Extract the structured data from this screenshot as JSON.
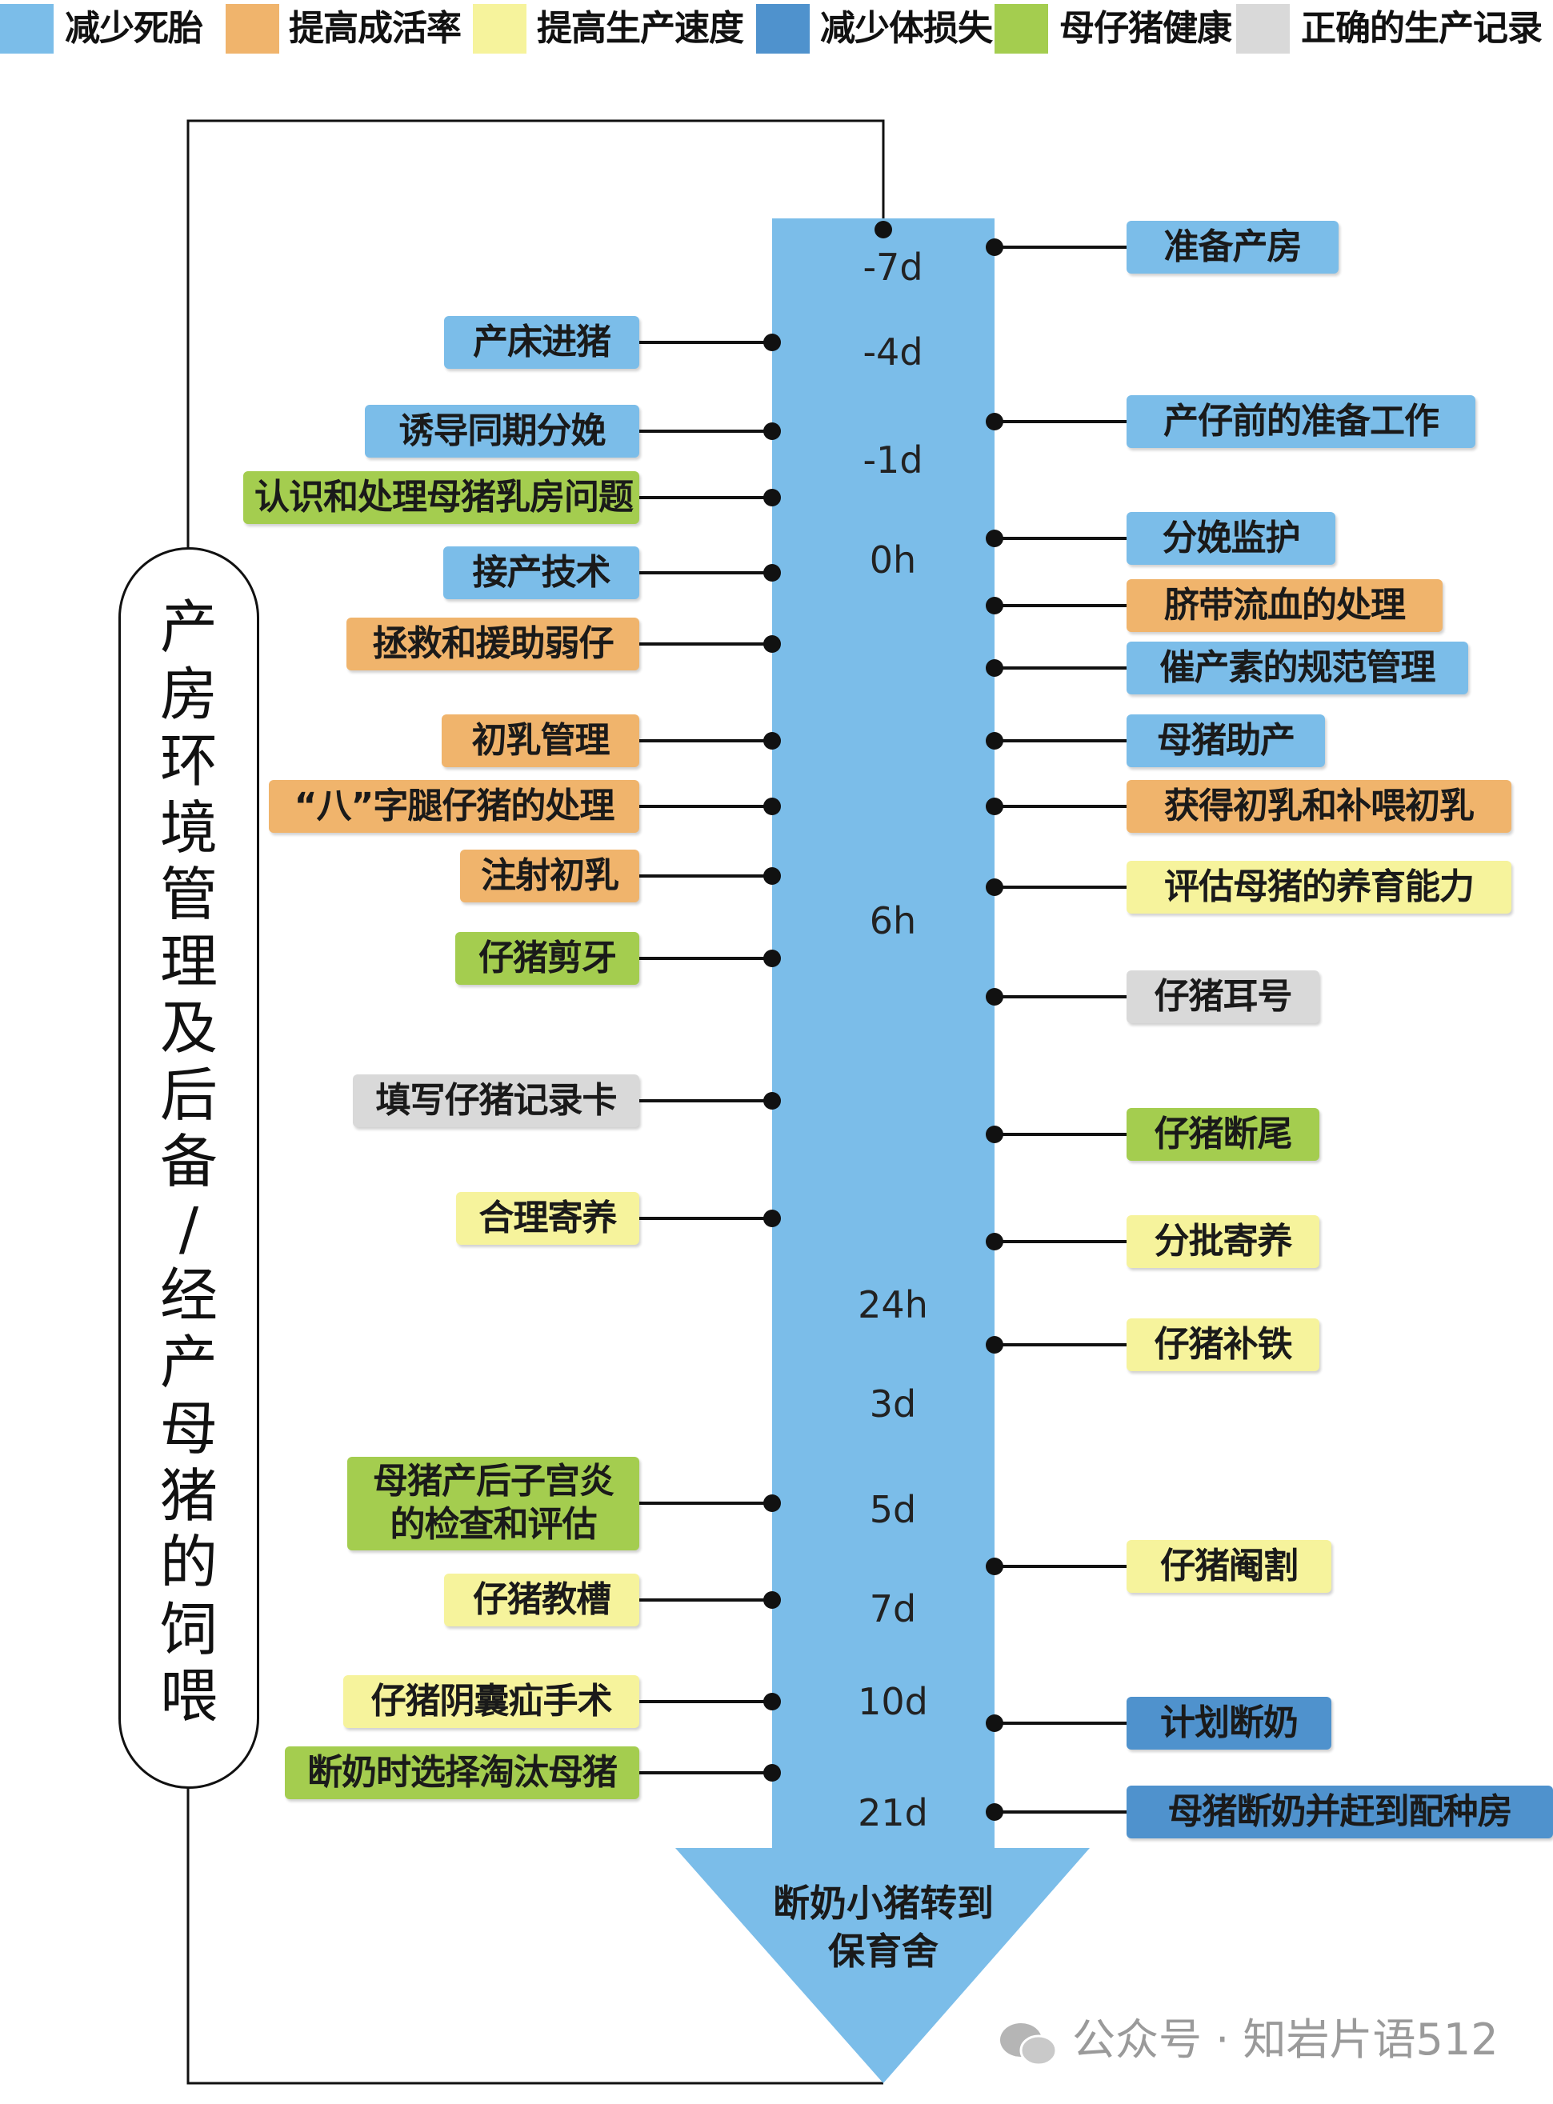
{
  "colors": {
    "light_blue": "#7bbde9",
    "orange": "#f0b46c",
    "yellow": "#f6f39c",
    "steel_blue": "#4f92cd",
    "green": "#a4cd4f",
    "gray": "#d9d9d9",
    "arrow": "#7bbde9"
  },
  "legend": [
    {
      "label": "减少死胎",
      "color": "light_blue"
    },
    {
      "label": "提高成活率",
      "color": "orange"
    },
    {
      "label": "提高生产速度",
      "color": "yellow"
    },
    {
      "label": "减少体损失",
      "color": "steel_blue"
    },
    {
      "label": "母仔猪健康",
      "color": "green"
    },
    {
      "label": "正确的生产记录",
      "color": "gray"
    }
  ],
  "side_box": {
    "label": "产房环境管理及后备/经产母猪的饲喂"
  },
  "timeline": [
    "-7d",
    "-4d",
    "-1d",
    "0h",
    "6h",
    "24h",
    "3d",
    "5d",
    "7d",
    "10d",
    "21d"
  ],
  "arrow_text": [
    "断奶小猪转到",
    "保育舍"
  ],
  "left_tasks": [
    {
      "label": "产床进猪",
      "color": "light_blue"
    },
    {
      "label": "诱导同期分娩",
      "color": "light_blue"
    },
    {
      "label": "认识和处理母猪乳房问题",
      "color": "green"
    },
    {
      "label": "接产技术",
      "color": "light_blue"
    },
    {
      "label": "拯救和援助弱仔",
      "color": "orange"
    },
    {
      "label": "初乳管理",
      "color": "orange"
    },
    {
      "label": "“八”字腿仔猪的处理",
      "color": "orange"
    },
    {
      "label": "注射初乳",
      "color": "orange"
    },
    {
      "label": "仔猪剪牙",
      "color": "green"
    },
    {
      "label": "填写仔猪记录卡",
      "color": "gray"
    },
    {
      "label": "合理寄养",
      "color": "yellow"
    },
    {
      "label": "母猪产后子宫炎的检查和评估",
      "color": "green"
    },
    {
      "label": "仔猪教槽",
      "color": "yellow"
    },
    {
      "label": "仔猪阴囊疝手术",
      "color": "yellow"
    },
    {
      "label": "断奶时选择淘汰母猪",
      "color": "green"
    }
  ],
  "right_tasks": [
    {
      "label": "准备产房",
      "color": "light_blue"
    },
    {
      "label": "产仔前的准备工作",
      "color": "light_blue"
    },
    {
      "label": "分娩监护",
      "color": "light_blue"
    },
    {
      "label": "脐带流血的处理",
      "color": "orange"
    },
    {
      "label": "催产素的规范管理",
      "color": "light_blue"
    },
    {
      "label": "母猪助产",
      "color": "light_blue"
    },
    {
      "label": "获得初乳和补喂初乳",
      "color": "orange"
    },
    {
      "label": "评估母猪的养育能力",
      "color": "yellow"
    },
    {
      "label": "仔猪耳号",
      "color": "gray"
    },
    {
      "label": "仔猪断尾",
      "color": "green"
    },
    {
      "label": "分批寄养",
      "color": "yellow"
    },
    {
      "label": "仔猪补铁",
      "color": "yellow"
    },
    {
      "label": "仔猪阉割",
      "color": "yellow"
    },
    {
      "label": "计划断奶",
      "color": "steel_blue"
    },
    {
      "label": "母猪断奶并赶到配种房",
      "color": "steel_blue"
    }
  ],
  "watermark": "公众号 · 知岩片语512"
}
